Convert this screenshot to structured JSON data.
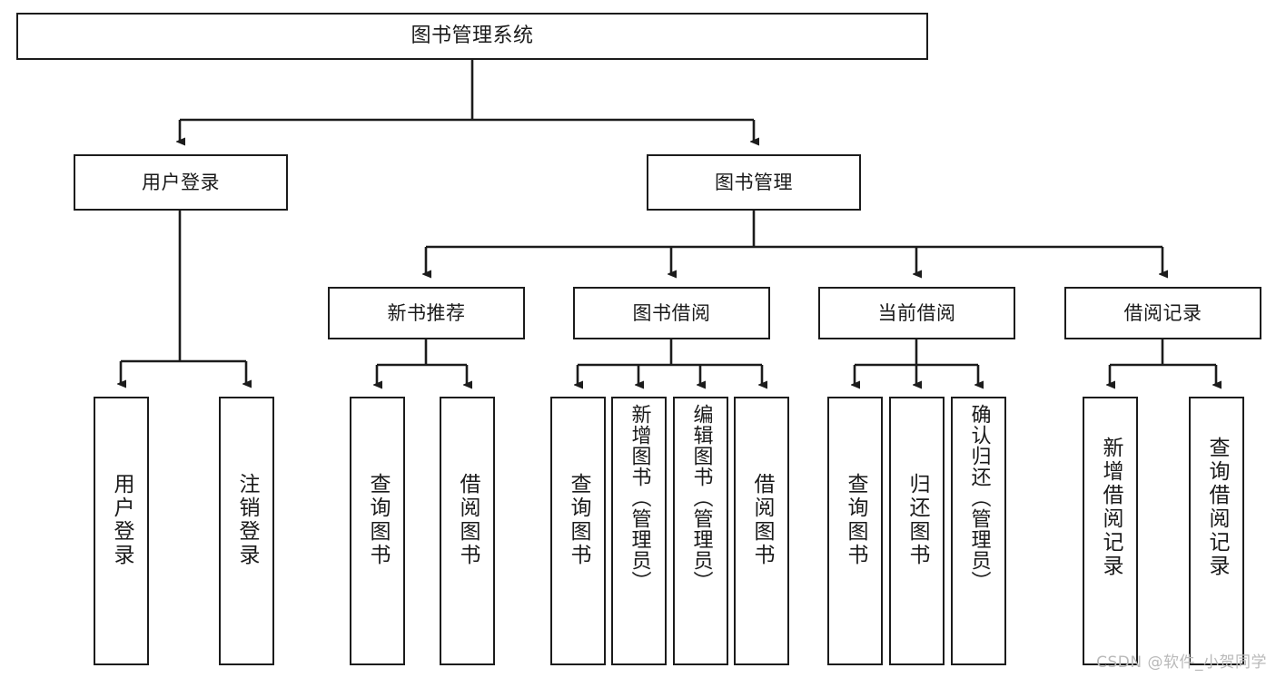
{
  "diagram": {
    "title": "图书管理系统",
    "type": "tree",
    "stroke_color": "#1c1c1c",
    "fill_color": "#ffffff",
    "text_color": "#1a1a1a"
  },
  "nodes": {
    "root": {
      "label": "图书管理系统"
    },
    "level2": [
      {
        "label": "用户登录"
      },
      {
        "label": "图书管理"
      }
    ],
    "level3": [
      {
        "label": "新书推荐"
      },
      {
        "label": "图书借阅"
      },
      {
        "label": "当前借阅"
      },
      {
        "label": "借阅记录"
      }
    ],
    "leaves_user_login": [
      {
        "label": "用户登录"
      },
      {
        "label": "注销登录"
      }
    ],
    "leaves_new_book": [
      {
        "label": "查询图书"
      },
      {
        "label": "借阅图书"
      }
    ],
    "leaves_borrow": [
      {
        "label": "查询图书"
      },
      {
        "label": "新增图书（管理员）"
      },
      {
        "label": "编辑图书（管理员）"
      },
      {
        "label": "借阅图书"
      }
    ],
    "leaves_current": [
      {
        "label": "查询图书"
      },
      {
        "label": "归还图书"
      },
      {
        "label": "确认归还（管理员）"
      }
    ],
    "leaves_record": [
      {
        "label": "新增借阅记录"
      },
      {
        "label": "查询借阅记录"
      }
    ]
  },
  "watermark": {
    "text": "CSDN @软件_小贺同学"
  }
}
